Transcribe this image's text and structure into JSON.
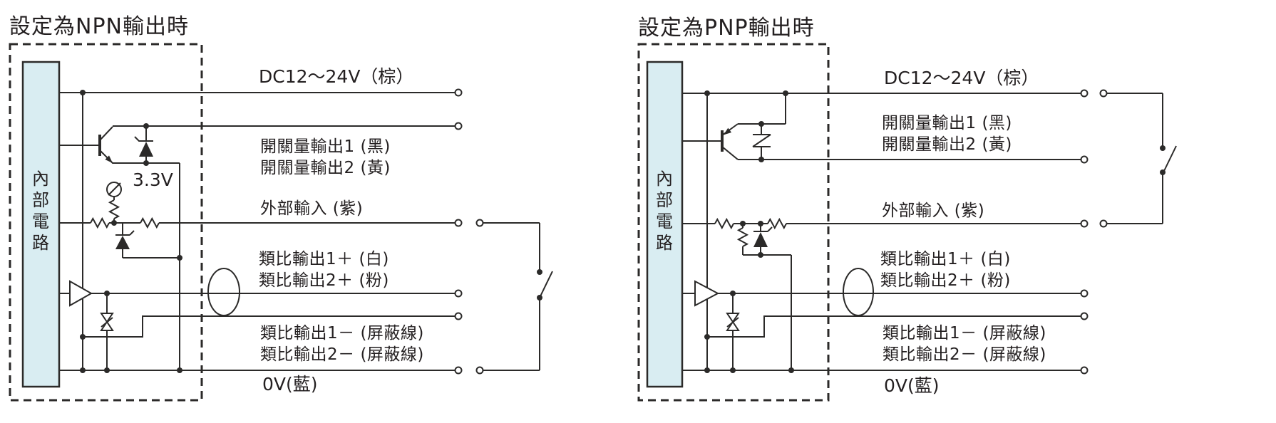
{
  "colors": {
    "line": "#2b2a29",
    "boxfill": "#d9edf2",
    "text": "#231f20",
    "bg": "#ffffff"
  },
  "npn": {
    "title": "設定為NPN輸出時",
    "box_label": [
      "內",
      "部",
      "電",
      "路"
    ],
    "zener_voltage": "3.3V",
    "labels": {
      "dc": "DC12～24V（棕）",
      "sw1": "開關量輸出1 (黑)",
      "sw2": "開關量輸出2 (黃)",
      "ext": "外部輸入 (紫)",
      "an1p": "類比輸出1＋ (白)",
      "an2p": "類比輸出2＋ (粉)",
      "an1m": "類比輸出1－ (屏蔽線)",
      "an2m": "類比輸出2－ (屏蔽線)",
      "zero": "0V(藍)"
    }
  },
  "pnp": {
    "title": "設定為PNP輸出時",
    "box_label": [
      "內",
      "部",
      "電",
      "路"
    ],
    "labels": {
      "dc": "DC12～24V（棕）",
      "sw1": "開關量輸出1 (黑)",
      "sw2": "開關量輸出2 (黃)",
      "ext": "外部輸入 (紫)",
      "an1p": "類比輸出1＋ (白)",
      "an2p": "類比輸出2＋ (粉)",
      "an1m": "類比輸出1－ (屏蔽線)",
      "an2m": "類比輸出2－ (屏蔽線)",
      "zero": "0V(藍)"
    }
  }
}
